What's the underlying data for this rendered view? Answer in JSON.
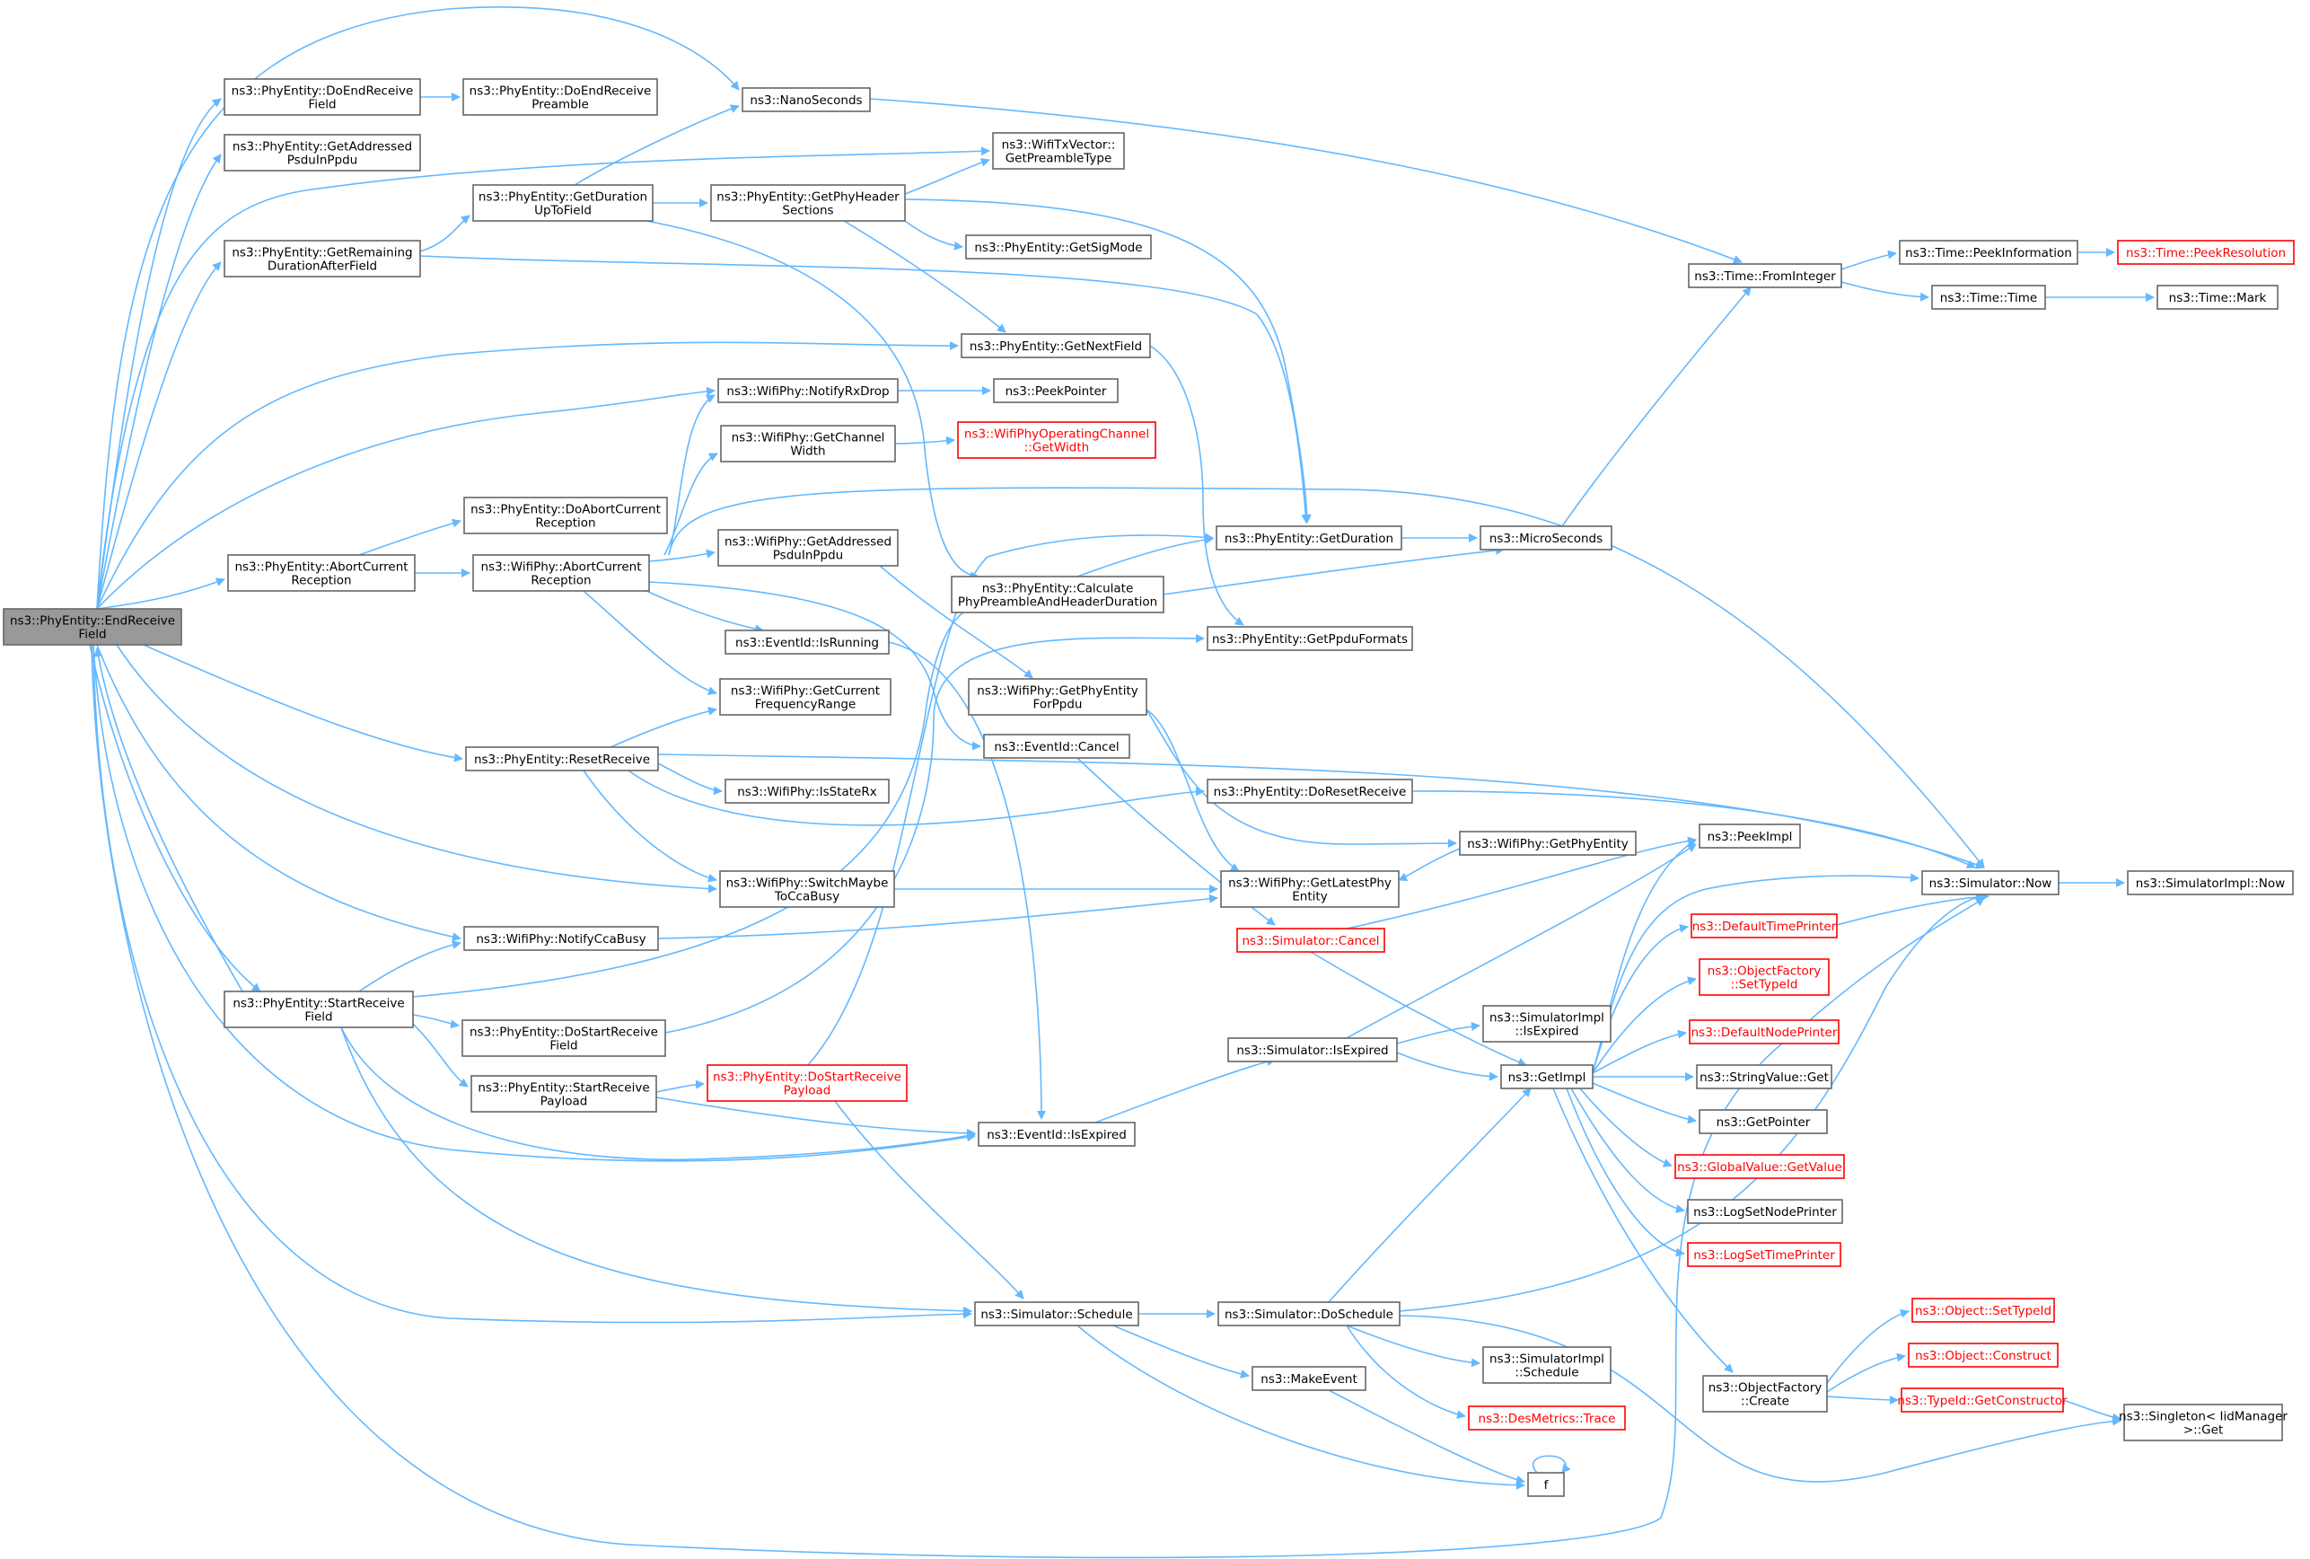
{
  "nodes": [
    {
      "id": "root",
      "lines": [
        "ns3::PhyEntity::EndReceive",
        "Field"
      ],
      "style": "root"
    },
    {
      "id": "doendrecvfield",
      "lines": [
        "ns3::PhyEntity::DoEndReceive",
        "Field"
      ]
    },
    {
      "id": "doendrecvpre",
      "lines": [
        "ns3::PhyEntity::DoEndReceive",
        "Preamble"
      ]
    },
    {
      "id": "getaddressed",
      "lines": [
        "ns3::PhyEntity::GetAddressed",
        "PsduInPpdu"
      ]
    },
    {
      "id": "getremaining",
      "lines": [
        "ns3::PhyEntity::GetRemaining",
        "DurationAfterField"
      ]
    },
    {
      "id": "getdurupto",
      "lines": [
        "ns3::PhyEntity::GetDuration",
        "UpToField"
      ]
    },
    {
      "id": "nanoseconds",
      "lines": [
        "ns3::NanoSeconds"
      ]
    },
    {
      "id": "getpreambletype",
      "lines": [
        "ns3::WifiTxVector::",
        "GetPreambleType"
      ]
    },
    {
      "id": "getphyheader",
      "lines": [
        "ns3::PhyEntity::GetPhyHeader",
        "Sections"
      ]
    },
    {
      "id": "getsigmode",
      "lines": [
        "ns3::PhyEntity::GetSigMode"
      ]
    },
    {
      "id": "getnextfield",
      "lines": [
        "ns3::PhyEntity::GetNextField"
      ]
    },
    {
      "id": "notifyrxdrop",
      "lines": [
        "ns3::WifiPhy::NotifyRxDrop"
      ]
    },
    {
      "id": "peekpointer",
      "lines": [
        "ns3::PeekPointer"
      ]
    },
    {
      "id": "getchannelwidth",
      "lines": [
        "ns3::WifiPhy::GetChannel",
        "Width"
      ]
    },
    {
      "id": "opchangetwidth",
      "lines": [
        "ns3::WifiPhyOperatingChannel",
        "::GetWidth"
      ],
      "style": "red"
    },
    {
      "id": "doabortcur",
      "lines": [
        "ns3::PhyEntity::DoAbortCurrent",
        "Reception"
      ]
    },
    {
      "id": "abortcur",
      "lines": [
        "ns3::PhyEntity::AbortCurrent",
        "Reception"
      ]
    },
    {
      "id": "wifiabort",
      "lines": [
        "ns3::WifiPhy::AbortCurrent",
        "Reception"
      ]
    },
    {
      "id": "wifigetaddr",
      "lines": [
        "ns3::WifiPhy::GetAddressed",
        "PsduInPpdu"
      ]
    },
    {
      "id": "calcpreamble",
      "lines": [
        "ns3::PhyEntity::Calculate",
        "PhyPreambleAndHeaderDuration"
      ]
    },
    {
      "id": "getduration",
      "lines": [
        "ns3::PhyEntity::GetDuration"
      ]
    },
    {
      "id": "microseconds",
      "lines": [
        "ns3::MicroSeconds"
      ]
    },
    {
      "id": "isrunning",
      "lines": [
        "ns3::EventId::IsRunning"
      ]
    },
    {
      "id": "getppduformats",
      "lines": [
        "ns3::PhyEntity::GetPpduFormats"
      ]
    },
    {
      "id": "getcurfreq",
      "lines": [
        "ns3::WifiPhy::GetCurrent",
        "FrequencyRange"
      ]
    },
    {
      "id": "getphyentityppdu",
      "lines": [
        "ns3::WifiPhy::GetPhyEntity",
        "ForPpdu"
      ]
    },
    {
      "id": "resetreceive",
      "lines": [
        "ns3::PhyEntity::ResetReceive"
      ]
    },
    {
      "id": "eventcancel",
      "lines": [
        "ns3::EventId::Cancel"
      ]
    },
    {
      "id": "isstaterx",
      "lines": [
        "ns3::WifiPhy::IsStateRx"
      ]
    },
    {
      "id": "doresetreceive",
      "lines": [
        "ns3::PhyEntity::DoResetReceive"
      ]
    },
    {
      "id": "wifigetphyentity",
      "lines": [
        "ns3::WifiPhy::GetPhyEntity"
      ]
    },
    {
      "id": "switchcca",
      "lines": [
        "ns3::WifiPhy::SwitchMaybe",
        "ToCcaBusy"
      ]
    },
    {
      "id": "getlatestphy",
      "lines": [
        "ns3::WifiPhy::GetLatestPhy",
        "Entity"
      ]
    },
    {
      "id": "simcancel",
      "lines": [
        "ns3::Simulator::Cancel"
      ],
      "style": "red"
    },
    {
      "id": "notifycca",
      "lines": [
        "ns3::WifiPhy::NotifyCcaBusy"
      ]
    },
    {
      "id": "startreceive",
      "lines": [
        "ns3::PhyEntity::StartReceive",
        "Field"
      ]
    },
    {
      "id": "dostartrecvfield",
      "lines": [
        "ns3::PhyEntity::DoStartReceive",
        "Field"
      ]
    },
    {
      "id": "startrecvpayload",
      "lines": [
        "ns3::PhyEntity::StartReceive",
        "Payload"
      ]
    },
    {
      "id": "dostartrecvpayload",
      "lines": [
        "ns3::PhyEntity::DoStartReceive",
        "Payload"
      ],
      "style": "red"
    },
    {
      "id": "eventisexpired",
      "lines": [
        "ns3::EventId::IsExpired"
      ]
    },
    {
      "id": "simisexpired",
      "lines": [
        "ns3::Simulator::IsExpired"
      ]
    },
    {
      "id": "simimplisexpired",
      "lines": [
        "ns3::SimulatorImpl",
        "::IsExpired"
      ]
    },
    {
      "id": "getimpl",
      "lines": [
        "ns3::GetImpl"
      ]
    },
    {
      "id": "peekimpl",
      "lines": [
        "ns3::PeekImpl"
      ]
    },
    {
      "id": "simnow",
      "lines": [
        "ns3::Simulator::Now"
      ]
    },
    {
      "id": "simimplnow",
      "lines": [
        "ns3::SimulatorImpl::Now"
      ]
    },
    {
      "id": "deftimeprinter",
      "lines": [
        "ns3::DefaultTimePrinter"
      ],
      "style": "red"
    },
    {
      "id": "objfactsettype",
      "lines": [
        "ns3::ObjectFactory",
        "::SetTypeId"
      ],
      "style": "red"
    },
    {
      "id": "defnodeprinter",
      "lines": [
        "ns3::DefaultNodePrinter"
      ],
      "style": "red"
    },
    {
      "id": "stringvalueget",
      "lines": [
        "ns3::StringValue::Get"
      ]
    },
    {
      "id": "getpointer",
      "lines": [
        "ns3::GetPointer"
      ]
    },
    {
      "id": "globalvalue",
      "lines": [
        "ns3::GlobalValue::GetValue"
      ],
      "style": "red"
    },
    {
      "id": "logsetnode",
      "lines": [
        "ns3::LogSetNodePrinter"
      ]
    },
    {
      "id": "logsettime",
      "lines": [
        "ns3::LogSetTimePrinter"
      ],
      "style": "red"
    },
    {
      "id": "objfactcreate",
      "lines": [
        "ns3::ObjectFactory",
        "::Create"
      ]
    },
    {
      "id": "objsettypeid",
      "lines": [
        "ns3::Object::SetTypeId"
      ],
      "style": "red"
    },
    {
      "id": "objconstruct",
      "lines": [
        "ns3::Object::Construct"
      ],
      "style": "red"
    },
    {
      "id": "typeidgetctor",
      "lines": [
        "ns3::TypeId::GetConstructor"
      ],
      "style": "red"
    },
    {
      "id": "singleton",
      "lines": [
        "ns3::Singleton< IidManager",
        ">::Get"
      ]
    },
    {
      "id": "simschedule",
      "lines": [
        "ns3::Simulator::Schedule"
      ]
    },
    {
      "id": "simdoschedule",
      "lines": [
        "ns3::Simulator::DoSchedule"
      ]
    },
    {
      "id": "simimplschedule",
      "lines": [
        "ns3::SimulatorImpl",
        "::Schedule"
      ]
    },
    {
      "id": "makeevent",
      "lines": [
        "ns3::MakeEvent"
      ]
    },
    {
      "id": "desmetrics",
      "lines": [
        "ns3::DesMetrics::Trace"
      ],
      "style": "red"
    },
    {
      "id": "f",
      "lines": [
        "f"
      ]
    },
    {
      "id": "timefromint",
      "lines": [
        "ns3::Time::FromInteger"
      ]
    },
    {
      "id": "timepeekinfo",
      "lines": [
        "ns3::Time::PeekInformation"
      ]
    },
    {
      "id": "timepeekres",
      "lines": [
        "ns3::Time::PeekResolution"
      ],
      "style": "red"
    },
    {
      "id": "timetime",
      "lines": [
        "ns3::Time::Time"
      ]
    },
    {
      "id": "timemark",
      "lines": [
        "ns3::Time::Mark"
      ]
    }
  ]
}
